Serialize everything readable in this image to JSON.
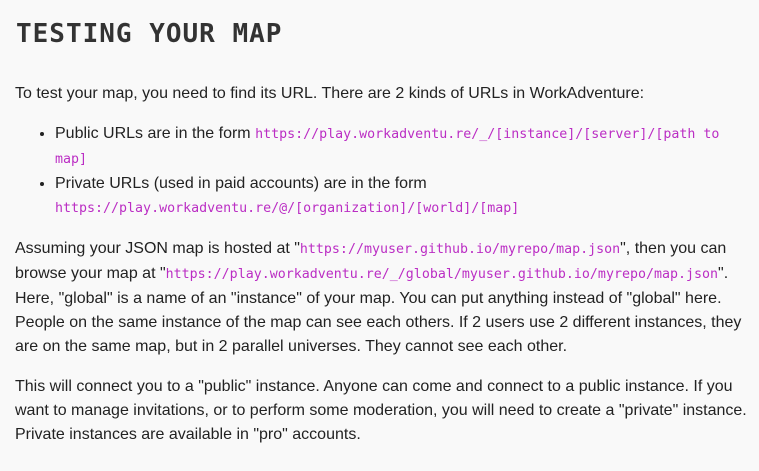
{
  "heading": "Testing your map",
  "intro": "To test your map, you need to find its URL. There are 2 kinds of URLs in WorkAdventure:",
  "list": {
    "public": {
      "text": "Public URLs are in the form ",
      "code": "https://play.workadventu.re/_/[instance]/[server]/[path to map]"
    },
    "private": {
      "text": "Private URLs (used in paid accounts) are in the form ",
      "code": "https://play.workadventu.re/@/[organization]/[world]/[map]"
    }
  },
  "assume": {
    "part1": "Assuming your JSON map is hosted at \"",
    "code1": "https://myuser.github.io/myrepo/map.json",
    "part2": "\", then you can browse your map at \"",
    "code2": "https://play.workadventu.re/_/global/myuser.github.io/myrepo/map.json",
    "part3": "\". Here, \"global\" is a name of an \"instance\" of your map. You can put anything instead of \"global\" here. People on the same instance of the map can see each others. If 2 users use 2 different instances, they are on the same map, but in 2 parallel universes. They cannot see each other."
  },
  "connect": "This will connect you to a \"public\" instance. Anyone can come and connect to a public instance. If you want to manage invitations, or to perform some moderation, you will need to create a \"private\" instance. Private instances are available in \"pro\" accounts.",
  "colors": {
    "code": "#bb2ec4",
    "text": "#222222",
    "background": "#f9f9f9"
  }
}
